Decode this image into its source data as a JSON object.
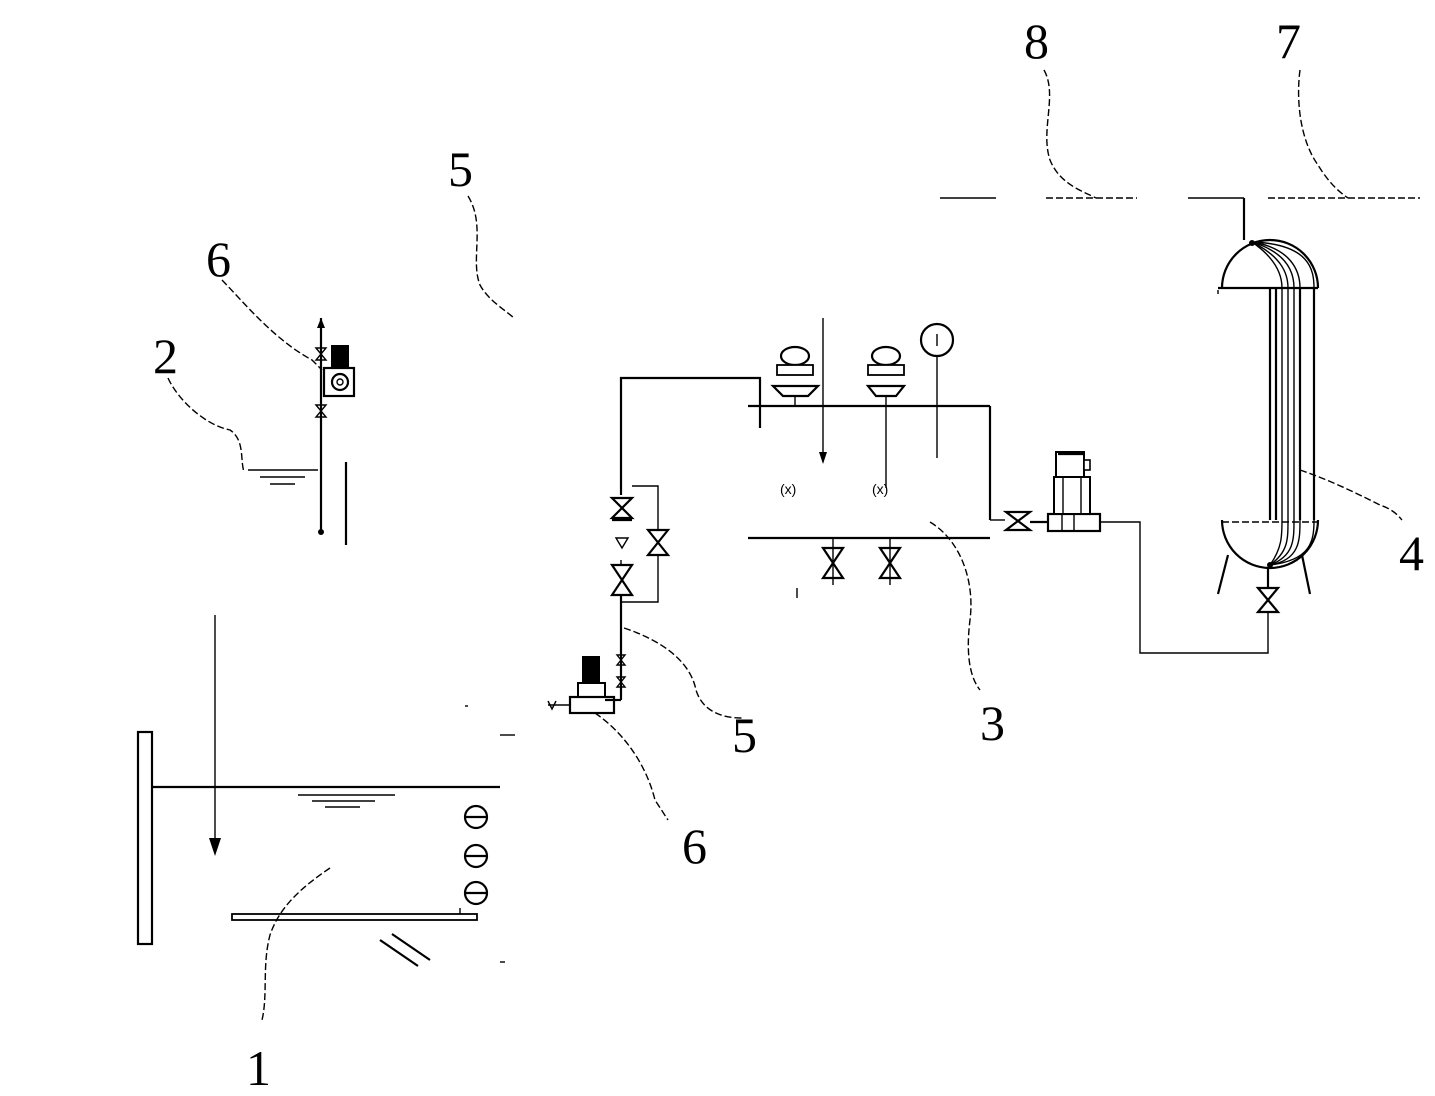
{
  "labels": {
    "tank_1": "1",
    "tank_2": "2",
    "reactor_3": "3",
    "column_4": "4",
    "pipe_5_top": "5",
    "pipe_5_mid": "5",
    "pump_6_top": "6",
    "pump_6_bottom": "6",
    "line_7": "7",
    "line_8": "8"
  }
}
